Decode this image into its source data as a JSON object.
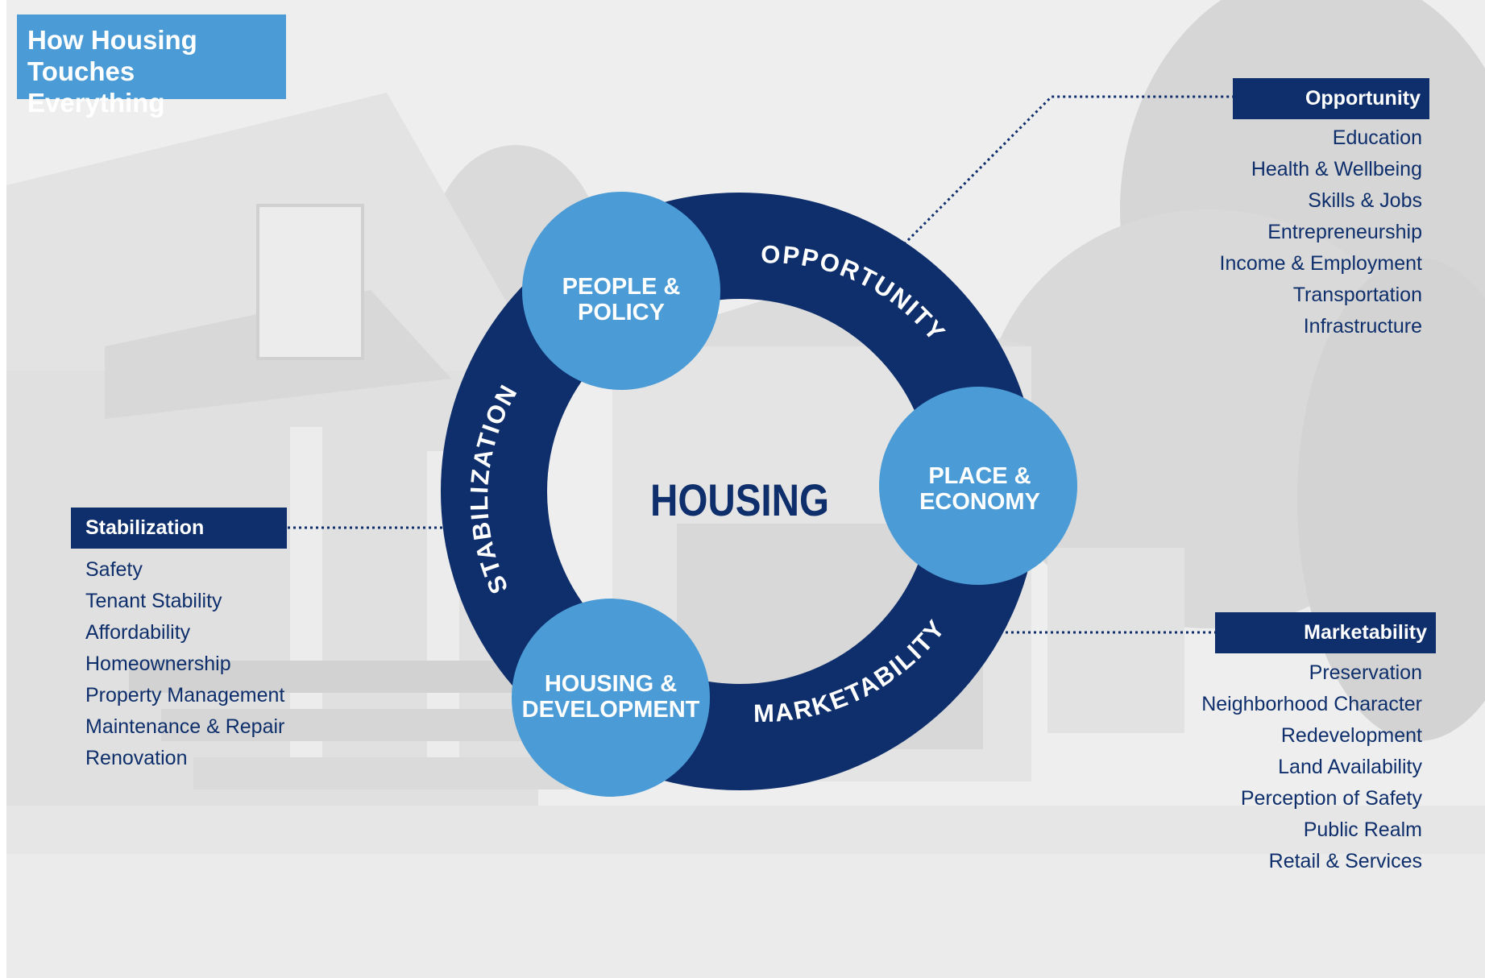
{
  "title": {
    "line1": "How Housing",
    "line2": "Touches Everything"
  },
  "center_label": "HOUSING",
  "ring_labels": {
    "top": "OPPORTUNITY",
    "left": "STABILIZATION",
    "bottom": "MARKETABILITY"
  },
  "nodes": [
    {
      "line1": "PEOPLE &",
      "line2": "POLICY"
    },
    {
      "line1": "PLACE &",
      "line2": "ECONOMY"
    },
    {
      "line1": "HOUSING &",
      "line2": "DEVELOPMENT"
    }
  ],
  "panels": {
    "opportunity": {
      "header": "Opportunity",
      "items": [
        "Education",
        "Health & Wellbeing",
        "Skills & Jobs",
        "Entrepreneurship",
        "Income & Employment",
        "Transportation",
        "Infrastructure"
      ]
    },
    "stabilization": {
      "header": "Stabilization",
      "items": [
        "Safety",
        "Tenant Stability",
        "Affordability",
        "Homeownership",
        "Property Management",
        "Maintenance & Repair",
        "Renovation"
      ]
    },
    "marketability": {
      "header": "Marketability",
      "items": [
        "Preservation",
        "Neighborhood Character",
        "Redevelopment",
        "Land Availability",
        "Perception of Safety",
        "Public Realm",
        "Retail & Services"
      ]
    }
  },
  "colors": {
    "navy": "#0e2f6b",
    "light_blue": "#4a9bd6",
    "white": "#ffffff"
  }
}
